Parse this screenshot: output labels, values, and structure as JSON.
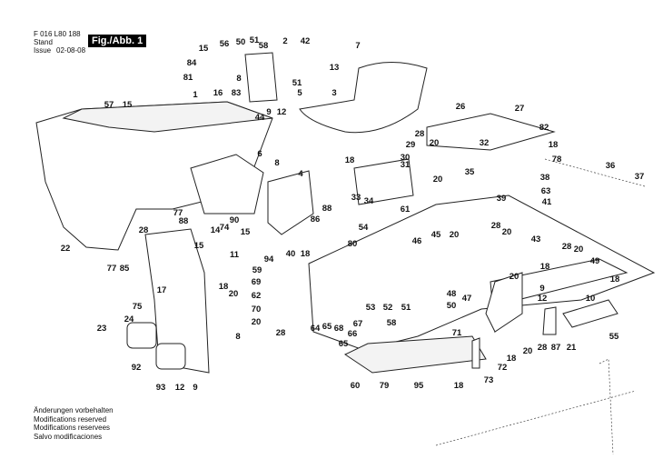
{
  "header": {
    "doc_number": "F 016 L80 188",
    "stand_label": "Stand",
    "issue_label": "Issue",
    "issue_date": "02-08-08",
    "figure_label": "Fig./Abb. 1"
  },
  "notes": [
    "Änderungen vorbehalten",
    "Modifications reserved",
    "Modifications reservees",
    "Salvo modificaciones"
  ],
  "part_labels": [
    "15",
    "56",
    "50",
    "51",
    "58",
    "2",
    "42",
    "7",
    "84",
    "81",
    "16",
    "8",
    "51",
    "83",
    "5",
    "13",
    "9",
    "12",
    "3",
    "1",
    "57",
    "15",
    "44",
    "26",
    "27",
    "82",
    "28",
    "20",
    "29",
    "32",
    "18",
    "30",
    "31",
    "18",
    "78",
    "35",
    "36",
    "6",
    "8",
    "4",
    "20",
    "38",
    "37",
    "63",
    "39",
    "41",
    "33",
    "34",
    "88",
    "86",
    "61",
    "54",
    "28",
    "20",
    "77",
    "88",
    "90",
    "74",
    "14",
    "15",
    "28",
    "46",
    "45",
    "20",
    "43",
    "28",
    "20",
    "80",
    "22",
    "11",
    "40",
    "18",
    "94",
    "59",
    "69",
    "15",
    "77",
    "85",
    "18",
    "49",
    "18",
    "20",
    "9",
    "12",
    "17",
    "18",
    "20",
    "62",
    "70",
    "20",
    "75",
    "53",
    "52",
    "51",
    "48",
    "50",
    "47",
    "58",
    "64",
    "65",
    "66",
    "67",
    "68",
    "65",
    "92",
    "93",
    "12",
    "9",
    "60",
    "79",
    "95",
    "18",
    "73",
    "72",
    "18",
    "71",
    "20",
    "28",
    "87",
    "21",
    "55",
    "10",
    "23",
    "24",
    "8",
    "28"
  ]
}
